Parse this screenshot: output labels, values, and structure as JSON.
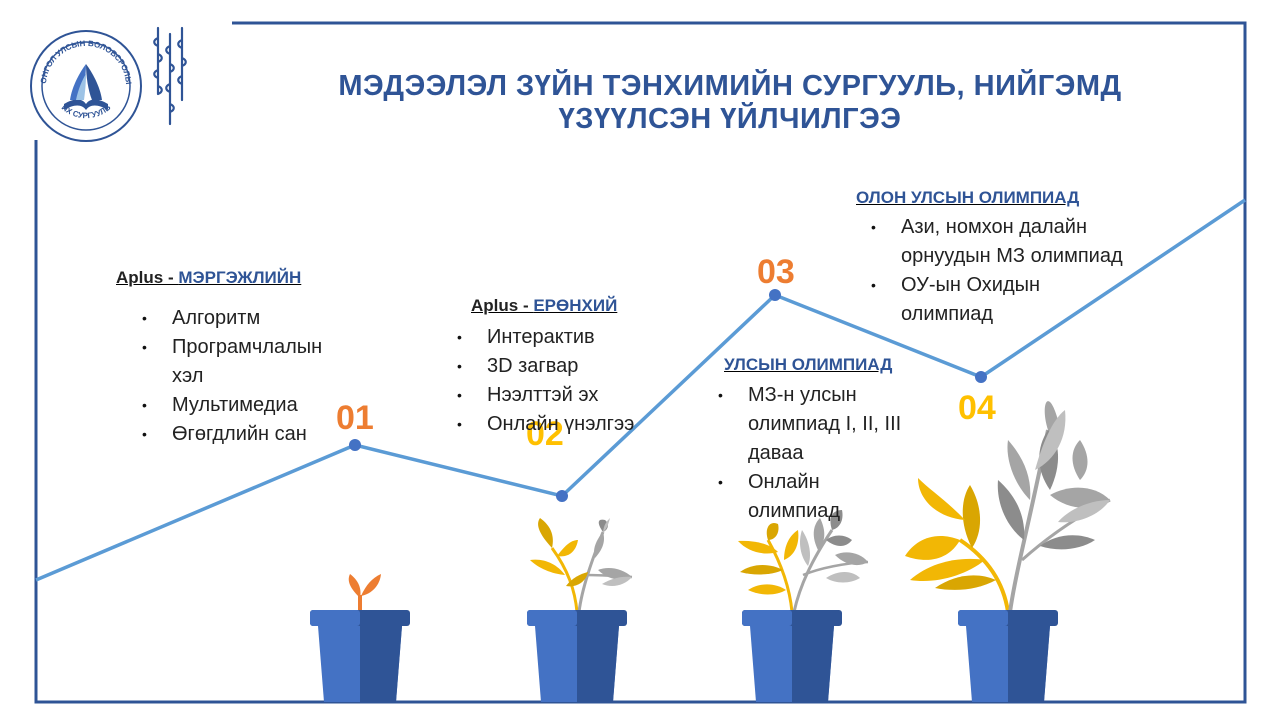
{
  "title": {
    "line1": "МЭДЭЭЛЭЛ ЗҮЙН ТЭНХИМИЙН СУРГУУЛЬ, НИЙГЭМД",
    "line2": "ҮЗҮҮЛСЭН ҮЙЛЧИЛГЭЭ"
  },
  "logo": {
    "arc_top": "МОНГОЛ УЛСЫН БОЛОВСРОЛЫН",
    "arc_bottom": "ИХ СУРГУУЛЬ"
  },
  "steps": [
    {
      "number": "01",
      "heading_prefix": "Aplus - ",
      "heading_main": "МЭРГЭЖЛИЙН",
      "items": [
        "Алгоритм",
        "Програмчлалын хэл",
        "Мультимедиа",
        "Өгөгдлийн сан"
      ]
    },
    {
      "number": "02",
      "heading_prefix": "Aplus - ",
      "heading_main": "ЕРӨНХИЙ",
      "items": [
        "Интерактив",
        "3D загвар",
        "Нээлттэй эх",
        "Онлайн үнэлгээ"
      ]
    },
    {
      "number": "03",
      "heading_prefix": "",
      "heading_main": "УЛСЫН ОЛИМПИАД",
      "items": [
        "МЗ-н улсын олимпиад I, II, III даваа",
        "Онлайн олимпиад"
      ]
    },
    {
      "number": "04",
      "heading_prefix": "",
      "heading_main": "ОЛОН УЛСЫН ОЛИМПИАД",
      "items": [
        "Ази, номхон далайн орнуудын МЗ олимпиад",
        "ОУ-ын Охидын олимпиад"
      ]
    }
  ],
  "colors": {
    "title_blue": "#2f5496",
    "line_blue": "#5b9bd5",
    "orange": "#ed7d31",
    "yellow": "#ffc000",
    "pot_light": "#4472c4",
    "pot_dark": "#2f5496",
    "leaf_gray": "#a5a5a5",
    "leaf_yellow": "#f2b705"
  }
}
